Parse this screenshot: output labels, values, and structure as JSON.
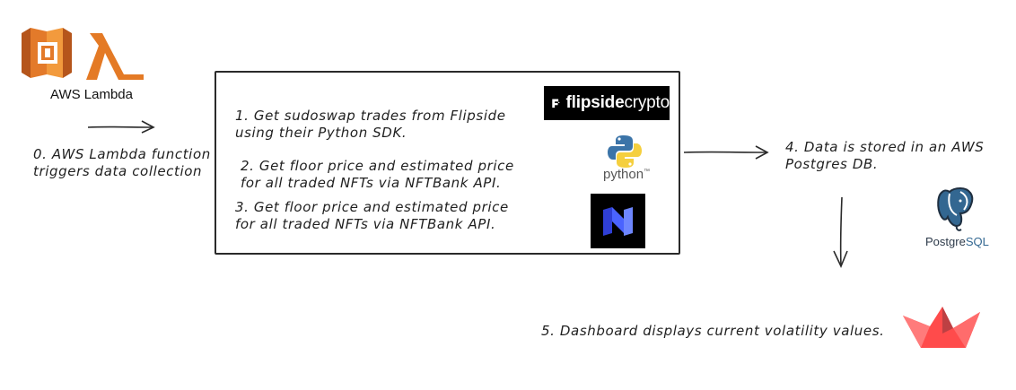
{
  "lambda": {
    "label": "AWS Lambda",
    "colors": {
      "dark": "#b5551b",
      "main": "#e37a2a",
      "light": "#f29a3d"
    }
  },
  "steps": {
    "step0_line1": "0. AWS Lambda function",
    "step0_line2": "triggers data collection",
    "step1_line1": "1. Get sudoswap trades from Flipside",
    "step1_line2": "using their Python SDK.",
    "step2_line1": "2. Get floor price and estimated price",
    "step2_line2": "for all traded NFTs via NFTBank API.",
    "step3_line1": "3. Get floor price and estimated price",
    "step3_line2": "for all traded NFTs via NFTBank API.",
    "step4_line1": "4. Data is stored in an AWS",
    "step4_line2": "Postgres DB.",
    "step5": "5. Dashboard displays current volatility values."
  },
  "logos": {
    "flipside_bold": "flipside",
    "flipside_rest": "crypto",
    "python": "python",
    "python_tm": "™",
    "postgres_a": "Postgre",
    "postgres_b": "SQL"
  },
  "icons": {
    "lambda": "aws-lambda-icon",
    "flipside": "flipside-crypto-logo",
    "python": "python-logo",
    "nftbank": "nftbank-logo",
    "postgres": "postgresql-elephant-icon",
    "streamlit": "streamlit-boat-icon"
  },
  "colors": {
    "python_blue": "#3b74a8",
    "python_yellow": "#f5cf3e",
    "postgres_blue": "#336791",
    "streamlit_red": "#ff4b4b",
    "streamlit_dark": "#bd4043",
    "nftbank_blue": "#3f5cff"
  }
}
